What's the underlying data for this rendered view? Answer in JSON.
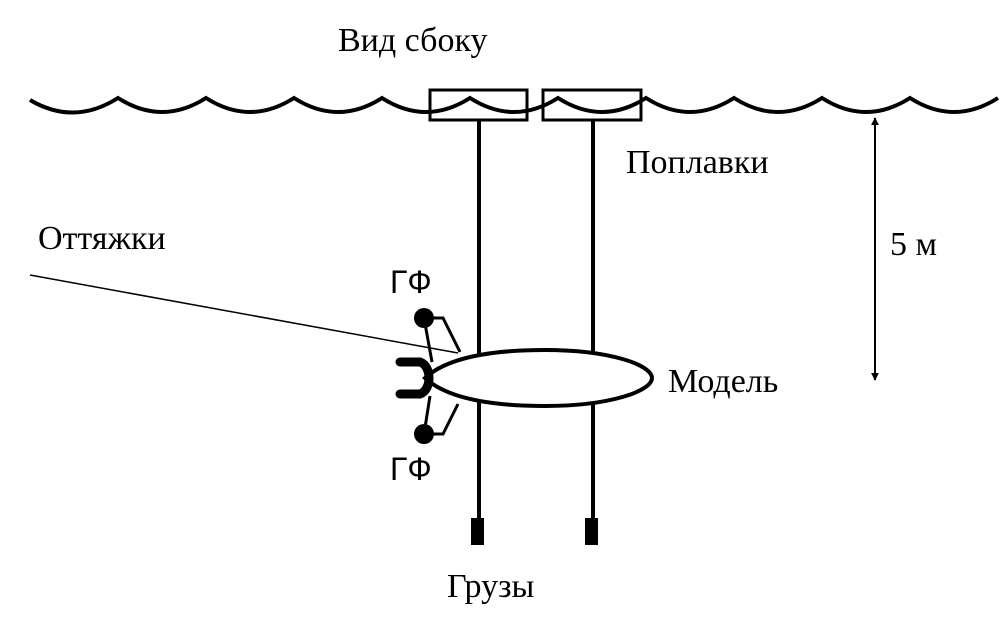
{
  "title": "Вид сбоку",
  "labels": {
    "floats": "Поплавки",
    "guys": "Оттяжки",
    "depth": "5 м",
    "sensor_top": "ГФ",
    "sensor_bottom": "ГФ",
    "model": "Модель",
    "weights": "Грузы"
  },
  "colors": {
    "ink": "#000000",
    "background": "#ffffff"
  }
}
